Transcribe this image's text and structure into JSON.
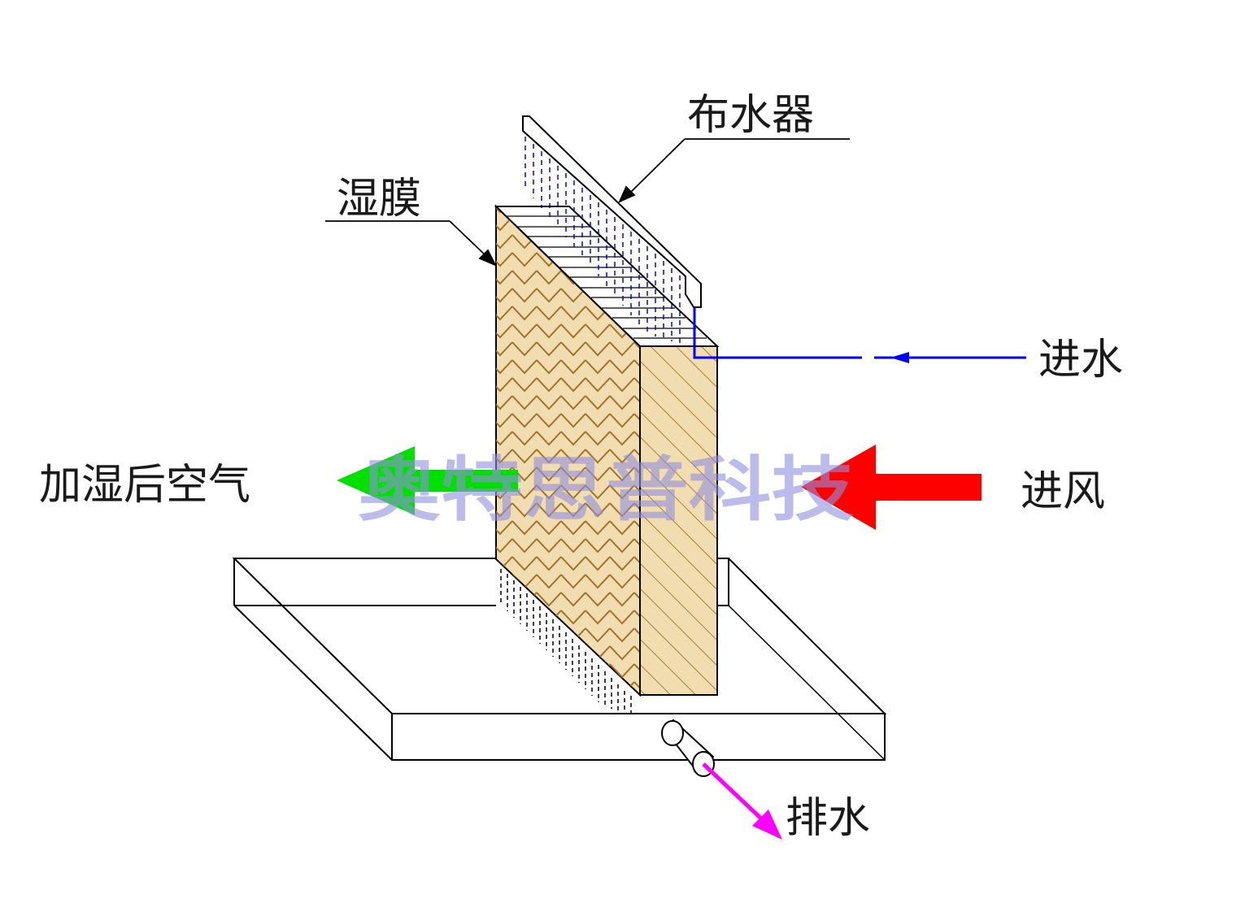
{
  "diagram": {
    "labels": {
      "distributor": "布水器",
      "wet_pad": "湿膜",
      "water_in": "进水",
      "air_out": "加湿后空气",
      "air_in": "进风",
      "drain": "排水"
    },
    "watermark": "奥特思普科技",
    "colors": {
      "water_line": "#0000ff",
      "air_in_arrow": "#ff0000",
      "air_out_arrow": "#00e000",
      "drain_arrow": "#ff00ff",
      "pad_fill": "#f2ddb0",
      "pad_pattern": "#a0742c",
      "watermark": "#8f8fe0"
    }
  }
}
